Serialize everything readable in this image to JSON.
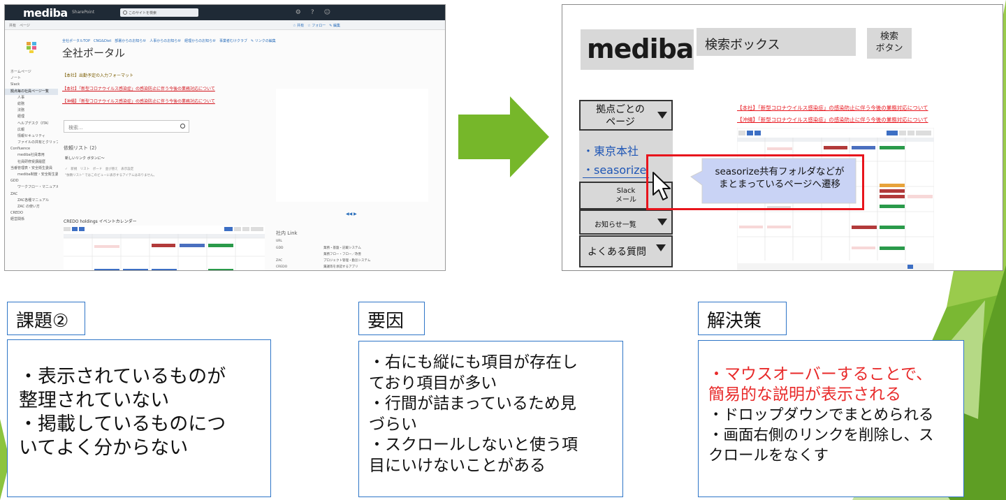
{
  "colors": {
    "accent_green": "#76b72a",
    "panel_border": "#2e75c7",
    "highlight_red": "#e8141c",
    "link_blue": "#1f56b5",
    "mock_gray": "#d8d8d8"
  },
  "before_screenshot": {
    "logo": "mediba",
    "app_label": "SharePoint",
    "search_placeholder": "このサイトを検索",
    "subbar_left": "共有　ページ",
    "subbar_right": "☆ 共有　☆ フォロー　✎ 編集",
    "nav_links": "全社ポータルTOP　CNG&Diet　部署からのお知らせ　人事からのお知らせ　経理からのお知らせ　事業者むけクラブ　✎ リンクの編集",
    "site_title": "全社ポータル",
    "left_nav": [
      "ホームページ",
      "ノート",
      "Slack",
      "拠点毎の社員ページ一覧",
      "人事",
      "総務",
      "法務",
      "経理",
      "ヘルプデスク（ITA）",
      "広報",
      "情報セキュリティ",
      "ファイルの共有とクリップ",
      "Confluence",
      "mediba社員専用",
      "社員研修受講履歴",
      "当番管理表・安全衛生委員",
      "mediba制度・安全衛生委員会の案内",
      "GDD",
      "ワークフロー・マニュアル",
      "ZAC",
      "ZAC各種マニュアル",
      "ZAC の使い方",
      "CREDO",
      "経営関係"
    ],
    "announcements": [
      "【本社】出勤予定の入力フォーマット",
      "【本社】「新型コロナウイルス感染症」の感染防止に伴う今後の業務対応について",
      "【沖縄】「新型コロナウイルス感染症」の感染防止に伴う今後の業務対応について"
    ],
    "search_box_placeholder": "検索...",
    "task_list_title": "依頼リスト (2)",
    "task_item": "新しいリンク ボタンに〜",
    "task_tools": "✓　新規　リスト　ボード　並び替え　表示設定",
    "task_empty": "\"依頼リスト\" ではこのビューに表示するアイテムはありません。",
    "pager": "◀◀ ▶",
    "calendar_title": "CREDO holdings イベントカレンダー",
    "link_title": "社内 Link",
    "link_rows": [
      [
        "URL",
        ""
      ],
      [
        "GDD",
        "業務・基盤・記載システム"
      ],
      [
        "",
        "業務フロー・フロー／改善"
      ],
      [
        "ZAC",
        "プロジェクト管理・勤怠システム"
      ],
      [
        "CREDO",
        "稟議等を承認するアプリ"
      ]
    ]
  },
  "mockup": {
    "logo": "mediba",
    "search_box": "検索ボックス",
    "search_button_line1": "検索",
    "search_button_line2": "ボタン",
    "dropdown_sites_line1": "拠点ごとの",
    "dropdown_sites_line2": "ページ",
    "sub_link_tokyo": "・東京本社",
    "sub_link_seasorize": "・seasorize",
    "slack_line1": "Slack",
    "slack_line2": "メール",
    "dropdown_news": "お知らせ一覧",
    "dropdown_faq": "よくある質問",
    "tooltip_line1": "seasorize共有フォルダなどが",
    "tooltip_line2": "まとまっているページへ遷移",
    "right_link1": "【本社】「新型コロナウイルス感染症」の感染防止に伴う今後の業務対応について",
    "right_link2": "【沖縄】「新型コロナウイルス感染症」の感染防止に伴う今後の業務対応について"
  },
  "panels": {
    "issue": {
      "title": "課題②",
      "lines": [
        "・表示されているものが",
        "整理されていない",
        "・掲載しているものにつ",
        "いてよく分からない"
      ]
    },
    "cause": {
      "title": "要因",
      "lines": [
        "・右にも縦にも項目が存在し",
        "ており項目が多い",
        "・行間が詰まっているため見",
        "づらい",
        "・スクロールしないと使う項",
        "目にいけないことがある"
      ]
    },
    "solution": {
      "title": "解決策",
      "lines_red": [
        "・マウスオーバーすることで、",
        "簡易的な説明が表示される"
      ],
      "lines": [
        "・ドロップダウンでまとめられる",
        "・画面右側のリンクを削除し、ス",
        "クロールをなくす"
      ]
    }
  }
}
